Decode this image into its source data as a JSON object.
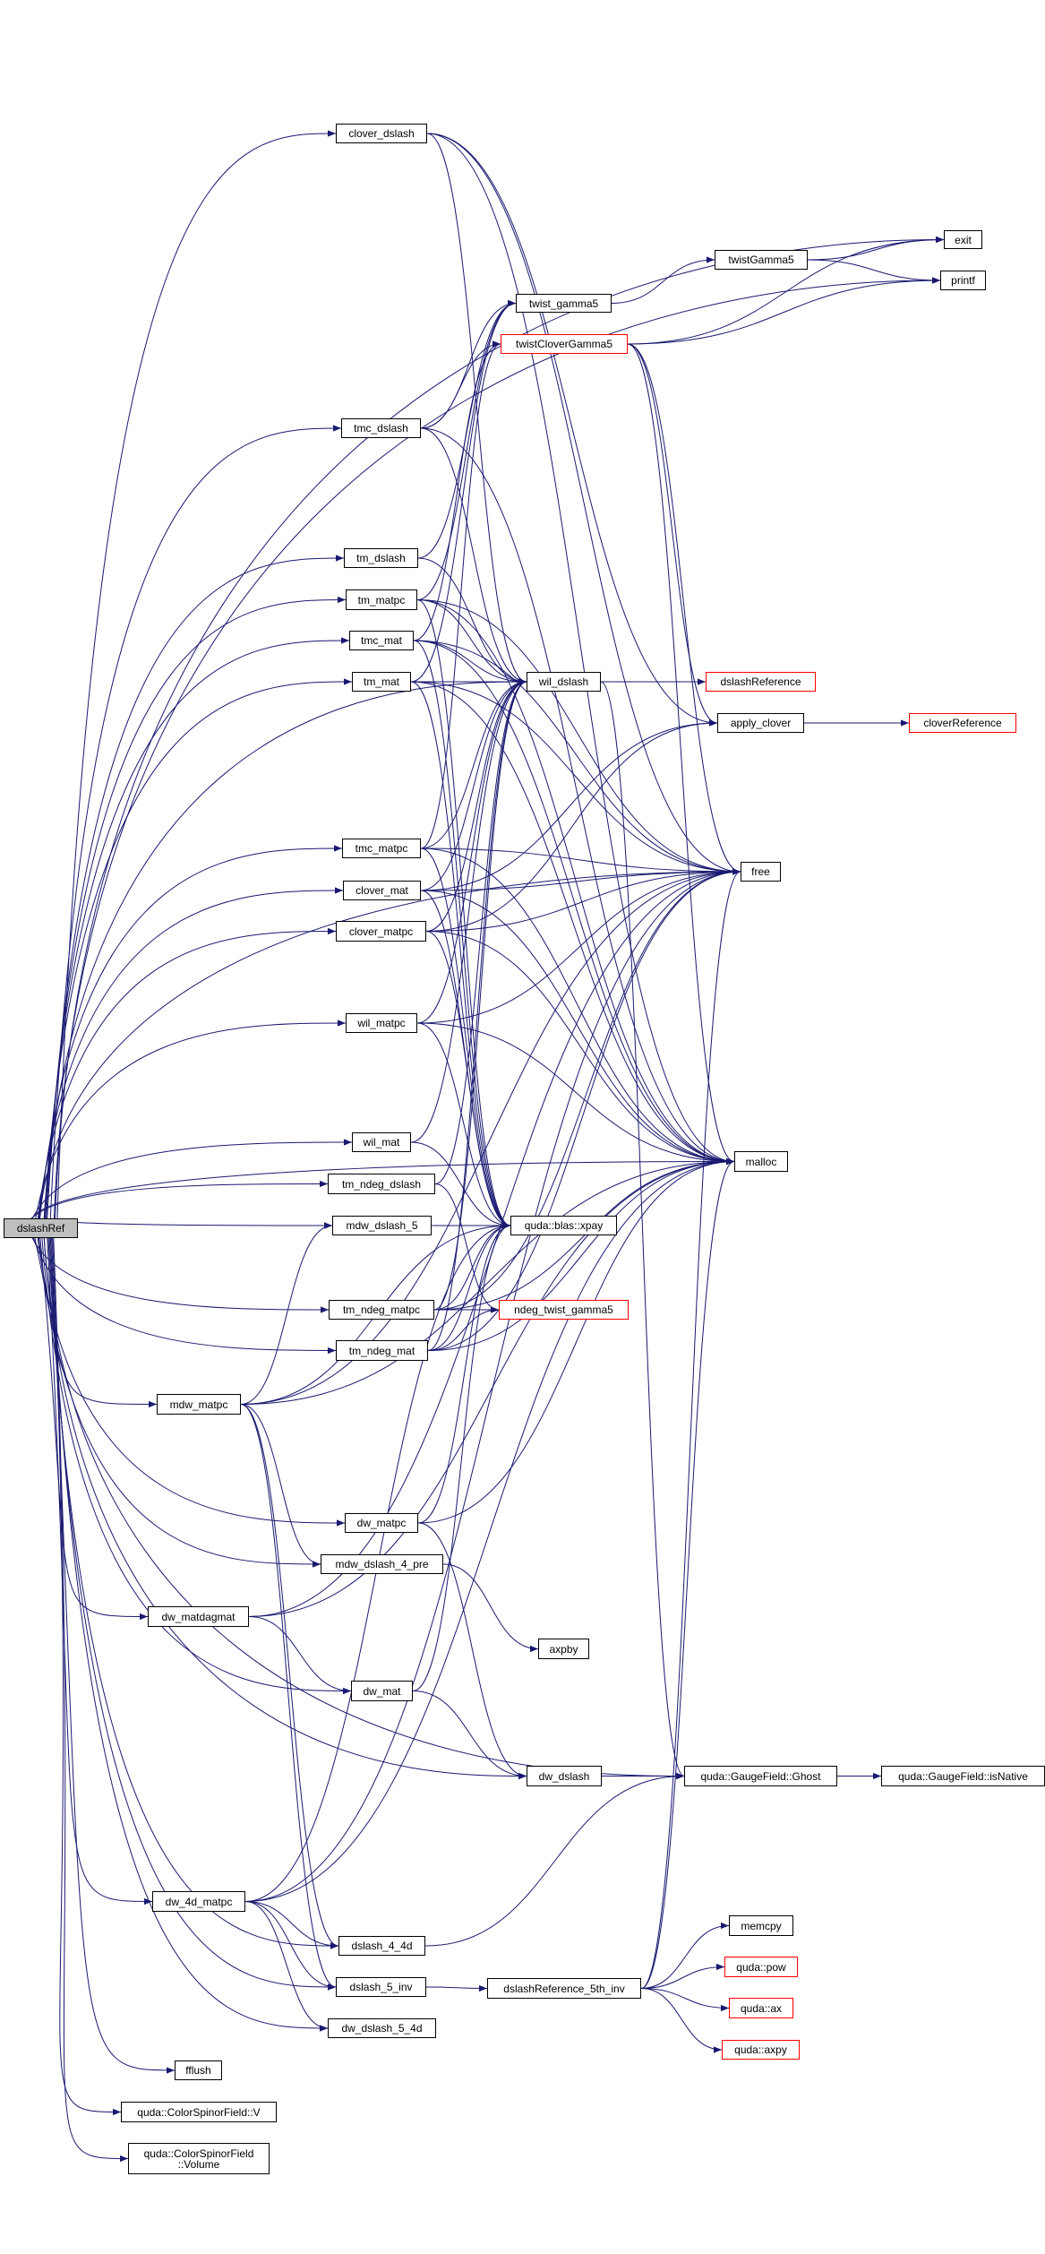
{
  "colors": {
    "edge": "#191970",
    "node_border": "#000000",
    "incomplete_border": "#ff0000",
    "root_fill": "#bfbfbf"
  },
  "nodes": [
    {
      "id": "dslashRef",
      "label": "dslashRef",
      "root": true
    },
    {
      "id": "clover_dslash",
      "label": "clover_dslash"
    },
    {
      "id": "exit",
      "label": "exit"
    },
    {
      "id": "printf",
      "label": "printf"
    },
    {
      "id": "twistGamma5",
      "label": "twistGamma5"
    },
    {
      "id": "twist_gamma5",
      "label": "twist_gamma5"
    },
    {
      "id": "twistCloverGamma5",
      "label": "twistCloverGamma5",
      "truncated": true
    },
    {
      "id": "tmc_dslash",
      "label": "tmc_dslash"
    },
    {
      "id": "tm_dslash",
      "label": "tm_dslash"
    },
    {
      "id": "tm_matpc",
      "label": "tm_matpc"
    },
    {
      "id": "tmc_mat",
      "label": "tmc_mat"
    },
    {
      "id": "tm_mat",
      "label": "tm_mat"
    },
    {
      "id": "wil_dslash",
      "label": "wil_dslash"
    },
    {
      "id": "dslashReference",
      "label": "dslashReference",
      "truncated": true
    },
    {
      "id": "apply_clover",
      "label": "apply_clover"
    },
    {
      "id": "cloverReference",
      "label": "cloverReference",
      "truncated": true
    },
    {
      "id": "tmc_matpc",
      "label": "tmc_matpc"
    },
    {
      "id": "free",
      "label": "free"
    },
    {
      "id": "clover_mat",
      "label": "clover_mat"
    },
    {
      "id": "clover_matpc",
      "label": "clover_matpc"
    },
    {
      "id": "wil_matpc",
      "label": "wil_matpc"
    },
    {
      "id": "wil_mat",
      "label": "wil_mat"
    },
    {
      "id": "malloc",
      "label": "malloc"
    },
    {
      "id": "tm_ndeg_dslash",
      "label": "tm_ndeg_dslash"
    },
    {
      "id": "mdw_dslash_5",
      "label": "mdw_dslash_5"
    },
    {
      "id": "xpay",
      "label": "quda::blas::xpay"
    },
    {
      "id": "tm_ndeg_matpc",
      "label": "tm_ndeg_matpc"
    },
    {
      "id": "ndeg_twist_gamma5",
      "label": "ndeg_twist_gamma5",
      "truncated": true
    },
    {
      "id": "tm_ndeg_mat",
      "label": "tm_ndeg_mat"
    },
    {
      "id": "mdw_matpc",
      "label": "mdw_matpc"
    },
    {
      "id": "dw_matpc",
      "label": "dw_matpc"
    },
    {
      "id": "mdw_dslash_4_pre",
      "label": "mdw_dslash_4_pre"
    },
    {
      "id": "dw_matdagmat",
      "label": "dw_matdagmat"
    },
    {
      "id": "axpby",
      "label": "axpby"
    },
    {
      "id": "dw_mat",
      "label": "dw_mat"
    },
    {
      "id": "dw_dslash",
      "label": "dw_dslash"
    },
    {
      "id": "Ghost",
      "label": "quda::GaugeField::Ghost"
    },
    {
      "id": "isNative",
      "label": "quda::GaugeField::isNative"
    },
    {
      "id": "dw_4d_matpc",
      "label": "dw_4d_matpc"
    },
    {
      "id": "memcpy",
      "label": "memcpy"
    },
    {
      "id": "dslash_4_4d",
      "label": "dslash_4_4d"
    },
    {
      "id": "pow",
      "label": "quda::pow",
      "truncated": true
    },
    {
      "id": "dslash_5_inv",
      "label": "dslash_5_inv"
    },
    {
      "id": "dslashReference_5th_inv",
      "label": "dslashReference_5th_inv"
    },
    {
      "id": "ax",
      "label": "quda::ax",
      "truncated": true
    },
    {
      "id": "dw_dslash_5_4d",
      "label": "dw_dslash_5_4d"
    },
    {
      "id": "axpy",
      "label": "quda::axpy",
      "truncated": true
    },
    {
      "id": "fflush",
      "label": "fflush"
    },
    {
      "id": "V",
      "label": "quda::ColorSpinorField::V"
    },
    {
      "id": "Volume",
      "label": "quda::ColorSpinorField\n::Volume"
    }
  ],
  "edges": [
    [
      "dslashRef",
      "exit"
    ],
    [
      "dslashRef",
      "printf"
    ],
    [
      "dslashRef",
      "clover_dslash"
    ],
    [
      "dslashRef",
      "tmc_dslash"
    ],
    [
      "dslashRef",
      "tm_dslash"
    ],
    [
      "dslashRef",
      "tm_matpc"
    ],
    [
      "dslashRef",
      "tmc_mat"
    ],
    [
      "dslashRef",
      "tm_mat"
    ],
    [
      "dslashRef",
      "wil_dslash"
    ],
    [
      "dslashRef",
      "tmc_matpc"
    ],
    [
      "dslashRef",
      "clover_mat"
    ],
    [
      "dslashRef",
      "clover_matpc"
    ],
    [
      "dslashRef",
      "wil_matpc"
    ],
    [
      "dslashRef",
      "wil_mat"
    ],
    [
      "dslashRef",
      "tm_ndeg_dslash"
    ],
    [
      "dslashRef",
      "mdw_dslash_5"
    ],
    [
      "dslashRef",
      "tm_ndeg_matpc"
    ],
    [
      "dslashRef",
      "tm_ndeg_mat"
    ],
    [
      "dslashRef",
      "mdw_matpc"
    ],
    [
      "dslashRef",
      "dw_matpc"
    ],
    [
      "dslashRef",
      "mdw_dslash_4_pre"
    ],
    [
      "dslashRef",
      "dw_matdagmat"
    ],
    [
      "dslashRef",
      "dw_mat"
    ],
    [
      "dslashRef",
      "dw_dslash"
    ],
    [
      "dslashRef",
      "Ghost"
    ],
    [
      "dslashRef",
      "dw_4d_matpc"
    ],
    [
      "dslashRef",
      "dslash_4_4d"
    ],
    [
      "dslashRef",
      "dslash_5_inv"
    ],
    [
      "dslashRef",
      "dw_dslash_5_4d"
    ],
    [
      "dslashRef",
      "fflush"
    ],
    [
      "dslashRef",
      "V"
    ],
    [
      "dslashRef",
      "Volume"
    ],
    [
      "dslashRef",
      "free"
    ],
    [
      "dslashRef",
      "malloc"
    ],
    [
      "clover_dslash",
      "wil_dslash"
    ],
    [
      "clover_dslash",
      "free"
    ],
    [
      "clover_dslash",
      "malloc"
    ],
    [
      "clover_dslash",
      "apply_clover"
    ],
    [
      "twistGamma5",
      "exit"
    ],
    [
      "twistGamma5",
      "printf"
    ],
    [
      "twist_gamma5",
      "twistGamma5"
    ],
    [
      "twistCloverGamma5",
      "exit"
    ],
    [
      "twistCloverGamma5",
      "printf"
    ],
    [
      "twistCloverGamma5",
      "free"
    ],
    [
      "twistCloverGamma5",
      "malloc"
    ],
    [
      "twistCloverGamma5",
      "apply_clover"
    ],
    [
      "tmc_dslash",
      "twistCloverGamma5"
    ],
    [
      "tmc_dslash",
      "wil_dslash"
    ],
    [
      "tmc_dslash",
      "malloc"
    ],
    [
      "tmc_dslash",
      "twist_gamma5"
    ],
    [
      "tm_dslash",
      "twist_gamma5"
    ],
    [
      "tm_dslash",
      "wil_dslash"
    ],
    [
      "tm_matpc",
      "twist_gamma5"
    ],
    [
      "tm_matpc",
      "wil_dslash"
    ],
    [
      "tm_matpc",
      "xpay"
    ],
    [
      "tm_matpc",
      "free"
    ],
    [
      "tm_matpc",
      "malloc"
    ],
    [
      "tmc_mat",
      "twistCloverGamma5"
    ],
    [
      "tmc_mat",
      "wil_dslash"
    ],
    [
      "tmc_mat",
      "xpay"
    ],
    [
      "tmc_mat",
      "free"
    ],
    [
      "tmc_mat",
      "malloc"
    ],
    [
      "tm_mat",
      "twist_gamma5"
    ],
    [
      "tm_mat",
      "wil_dslash"
    ],
    [
      "tm_mat",
      "xpay"
    ],
    [
      "tm_mat",
      "free"
    ],
    [
      "tm_mat",
      "malloc"
    ],
    [
      "wil_dslash",
      "dslashReference"
    ],
    [
      "wil_dslash",
      "Ghost"
    ],
    [
      "apply_clover",
      "cloverReference"
    ],
    [
      "tmc_matpc",
      "twistCloverGamma5"
    ],
    [
      "tmc_matpc",
      "wil_dslash"
    ],
    [
      "tmc_matpc",
      "xpay"
    ],
    [
      "tmc_matpc",
      "free"
    ],
    [
      "tmc_matpc",
      "malloc"
    ],
    [
      "clover_mat",
      "wil_dslash"
    ],
    [
      "clover_mat",
      "apply_clover"
    ],
    [
      "clover_mat",
      "xpay"
    ],
    [
      "clover_mat",
      "free"
    ],
    [
      "clover_mat",
      "malloc"
    ],
    [
      "clover_matpc",
      "wil_dslash"
    ],
    [
      "clover_matpc",
      "apply_clover"
    ],
    [
      "clover_matpc",
      "xpay"
    ],
    [
      "clover_matpc",
      "free"
    ],
    [
      "clover_matpc",
      "malloc"
    ],
    [
      "wil_matpc",
      "wil_dslash"
    ],
    [
      "wil_matpc",
      "xpay"
    ],
    [
      "wil_matpc",
      "free"
    ],
    [
      "wil_matpc",
      "malloc"
    ],
    [
      "wil_mat",
      "wil_dslash"
    ],
    [
      "wil_mat",
      "xpay"
    ],
    [
      "tm_ndeg_dslash",
      "wil_dslash"
    ],
    [
      "tm_ndeg_dslash",
      "ndeg_twist_gamma5"
    ],
    [
      "tm_ndeg_matpc",
      "wil_dslash"
    ],
    [
      "tm_ndeg_matpc",
      "ndeg_twist_gamma5"
    ],
    [
      "tm_ndeg_matpc",
      "xpay"
    ],
    [
      "tm_ndeg_matpc",
      "free"
    ],
    [
      "tm_ndeg_matpc",
      "malloc"
    ],
    [
      "tm_ndeg_mat",
      "wil_dslash"
    ],
    [
      "tm_ndeg_mat",
      "ndeg_twist_gamma5"
    ],
    [
      "tm_ndeg_mat",
      "xpay"
    ],
    [
      "tm_ndeg_mat",
      "free"
    ],
    [
      "tm_ndeg_mat",
      "malloc"
    ],
    [
      "mdw_dslash_5",
      "xpay"
    ],
    [
      "mdw_matpc",
      "mdw_dslash_5"
    ],
    [
      "mdw_matpc",
      "xpay"
    ],
    [
      "mdw_matpc",
      "mdw_dslash_4_pre"
    ],
    [
      "mdw_matpc",
      "dslash_4_4d"
    ],
    [
      "mdw_matpc",
      "dslash_5_inv"
    ],
    [
      "mdw_matpc",
      "malloc"
    ],
    [
      "mdw_matpc",
      "free"
    ],
    [
      "dw_matpc",
      "xpay"
    ],
    [
      "dw_matpc",
      "malloc"
    ],
    [
      "dw_matpc",
      "dw_dslash"
    ],
    [
      "mdw_dslash_4_pre",
      "axpby"
    ],
    [
      "dw_matdagmat",
      "dw_mat"
    ],
    [
      "dw_matdagmat",
      "malloc"
    ],
    [
      "dw_matdagmat",
      "free"
    ],
    [
      "dw_mat",
      "xpay"
    ],
    [
      "dw_mat",
      "dw_dslash"
    ],
    [
      "dw_dslash",
      "Ghost"
    ],
    [
      "Ghost",
      "isNative"
    ],
    [
      "dw_4d_matpc",
      "xpay"
    ],
    [
      "dw_4d_matpc",
      "malloc"
    ],
    [
      "dw_4d_matpc",
      "free"
    ],
    [
      "dw_4d_matpc",
      "dslash_4_4d"
    ],
    [
      "dw_4d_matpc",
      "dslash_5_inv"
    ],
    [
      "dw_4d_matpc",
      "dw_dslash_5_4d"
    ],
    [
      "dslash_4_4d",
      "Ghost"
    ],
    [
      "dslash_5_inv",
      "dslashReference_5th_inv"
    ],
    [
      "dslashReference_5th_inv",
      "memcpy"
    ],
    [
      "dslashReference_5th_inv",
      "pow"
    ],
    [
      "dslashReference_5th_inv",
      "ax"
    ],
    [
      "dslashReference_5th_inv",
      "axpy"
    ],
    [
      "dslashReference_5th_inv",
      "free"
    ],
    [
      "dslashReference_5th_inv",
      "malloc"
    ]
  ]
}
